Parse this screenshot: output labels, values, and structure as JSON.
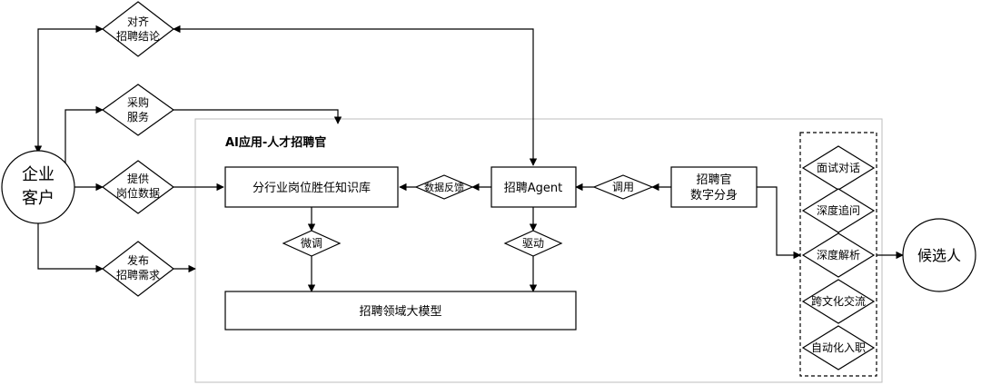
{
  "diagram": {
    "container_title": "AI应用-人才招聘官",
    "nodes": {
      "enterprise_customer": [
        "企业",
        "客户"
      ],
      "align_conclusion": [
        "对齐",
        "招聘结论"
      ],
      "purchase_service": [
        "采购",
        "服务"
      ],
      "provide_job_data": [
        "提供",
        "岗位数据"
      ],
      "publish_requirement": [
        "发布",
        "招聘需求"
      ],
      "knowledge_base": "分行业岗位胜任知识库",
      "data_feedback": "数据反馈",
      "recruit_agent": "招聘Agent",
      "invoke": "调用",
      "digital_twin": [
        "招聘官",
        "数字分身"
      ],
      "fine_tune": "微调",
      "drive": "驱动",
      "recruit_llm": "招聘领域大模型",
      "interview_dialog": "面试对话",
      "deep_followup": "深度追问",
      "deep_analysis": "深度解析",
      "cross_culture": "跨文化交流",
      "auto_onboarding": "自动化入职",
      "candidate": "候选人"
    }
  }
}
